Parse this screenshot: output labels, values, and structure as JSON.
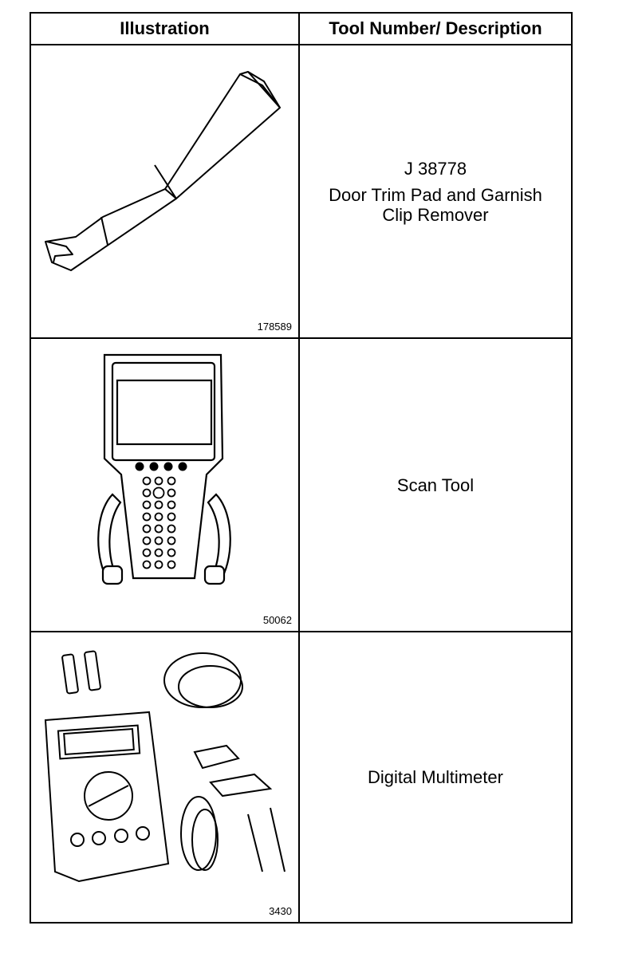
{
  "table": {
    "headers": {
      "illustration": "Illustration",
      "description": "Tool Number/ Description"
    },
    "rows": [
      {
        "figure_number": "178589",
        "tool_number": "J 38778",
        "description_line1": "Door Trim Pad and Garnish",
        "description_line2": "Clip Remover",
        "icon": "trim-pad-remover-illustration"
      },
      {
        "figure_number": "50062",
        "tool_number": "",
        "description_line1": "Scan Tool",
        "description_line2": "",
        "icon": "scan-tool-illustration"
      },
      {
        "figure_number": "3430",
        "tool_number": "",
        "description_line1": "Digital Multimeter",
        "description_line2": "",
        "icon": "digital-multimeter-illustration"
      }
    ]
  }
}
